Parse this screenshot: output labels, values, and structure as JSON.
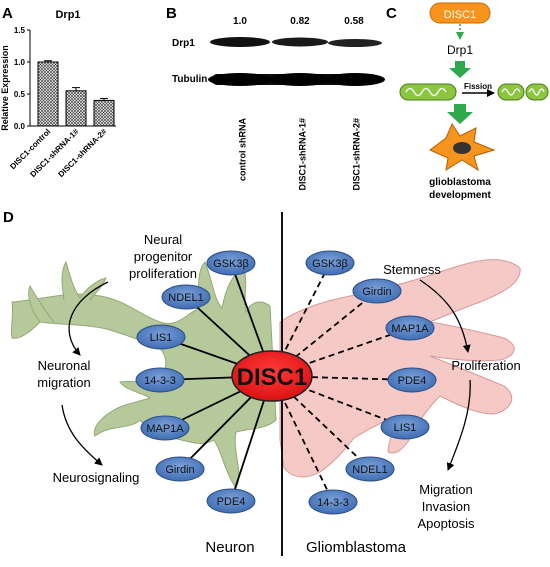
{
  "panels": {
    "a": "A",
    "b": "B",
    "c": "C",
    "d": "D"
  },
  "panel_a": {
    "title": "Drp1",
    "ylabel": "Relative Expression",
    "yticks": [
      "0.0",
      "0.5",
      "1.0",
      "1.5"
    ],
    "categories": [
      "DISC1-control",
      "DISC1-shRNA-1#",
      "DISC1-shRNA-2#"
    ]
  },
  "chart_data": {
    "type": "bar",
    "title": "Drp1",
    "ylabel": "Relative Expression",
    "categories": [
      "DISC1-control",
      "DISC1-shRNA-1#",
      "DISC1-shRNA-2#"
    ],
    "values": [
      1.0,
      0.55,
      0.4
    ],
    "errors": [
      0.02,
      0.05,
      0.03
    ],
    "ylim": [
      0,
      1.5
    ]
  },
  "panel_b": {
    "ratios": [
      "1.0",
      "0.82",
      "0.58"
    ],
    "row_labels": [
      "Drp1",
      "Tubulin"
    ],
    "lane_labels": [
      "control shRNA",
      "DISC1-shRNA-1#",
      "DISC1-shRNA-2#"
    ]
  },
  "panel_c": {
    "disc1": "DISC1",
    "drp1": "Drp1",
    "fission": "Fission",
    "outcome_line1": "glioblastoma",
    "outcome_line2": "development"
  },
  "panel_d": {
    "center": "DISC1",
    "neuron_label": "Neuron",
    "glio_label": "Gliomblastoma",
    "left_nodes": [
      "GSK3β",
      "NDEL1",
      "LIS1",
      "14-3-3",
      "MAP1A",
      "Girdin",
      "PDE4"
    ],
    "right_nodes": [
      "GSK3β",
      "Girdin",
      "MAP1A",
      "PDE4",
      "LIS1",
      "NDEL1",
      "14-3-3"
    ],
    "left_text": {
      "neural1": "Neural",
      "neural2": "progenitor",
      "neural3": "proliferation",
      "migration1": "Neuronal",
      "migration2": "migration",
      "neurosignaling": "Neurosignaling"
    },
    "right_text": {
      "stemness": "Stemness",
      "proliferation": "Proliferation",
      "migration": "Migration",
      "invasion": "Invasion",
      "apoptosis": "Apoptosis"
    }
  },
  "colors": {
    "node_fill": "#4f7fc2",
    "center_fill": "#ee1c1c",
    "neuron_fill": "#b6c99a",
    "glio_fill": "#f4c9c6",
    "disc1_box": "#f7941d",
    "arrow_green": "#2ea84a"
  }
}
